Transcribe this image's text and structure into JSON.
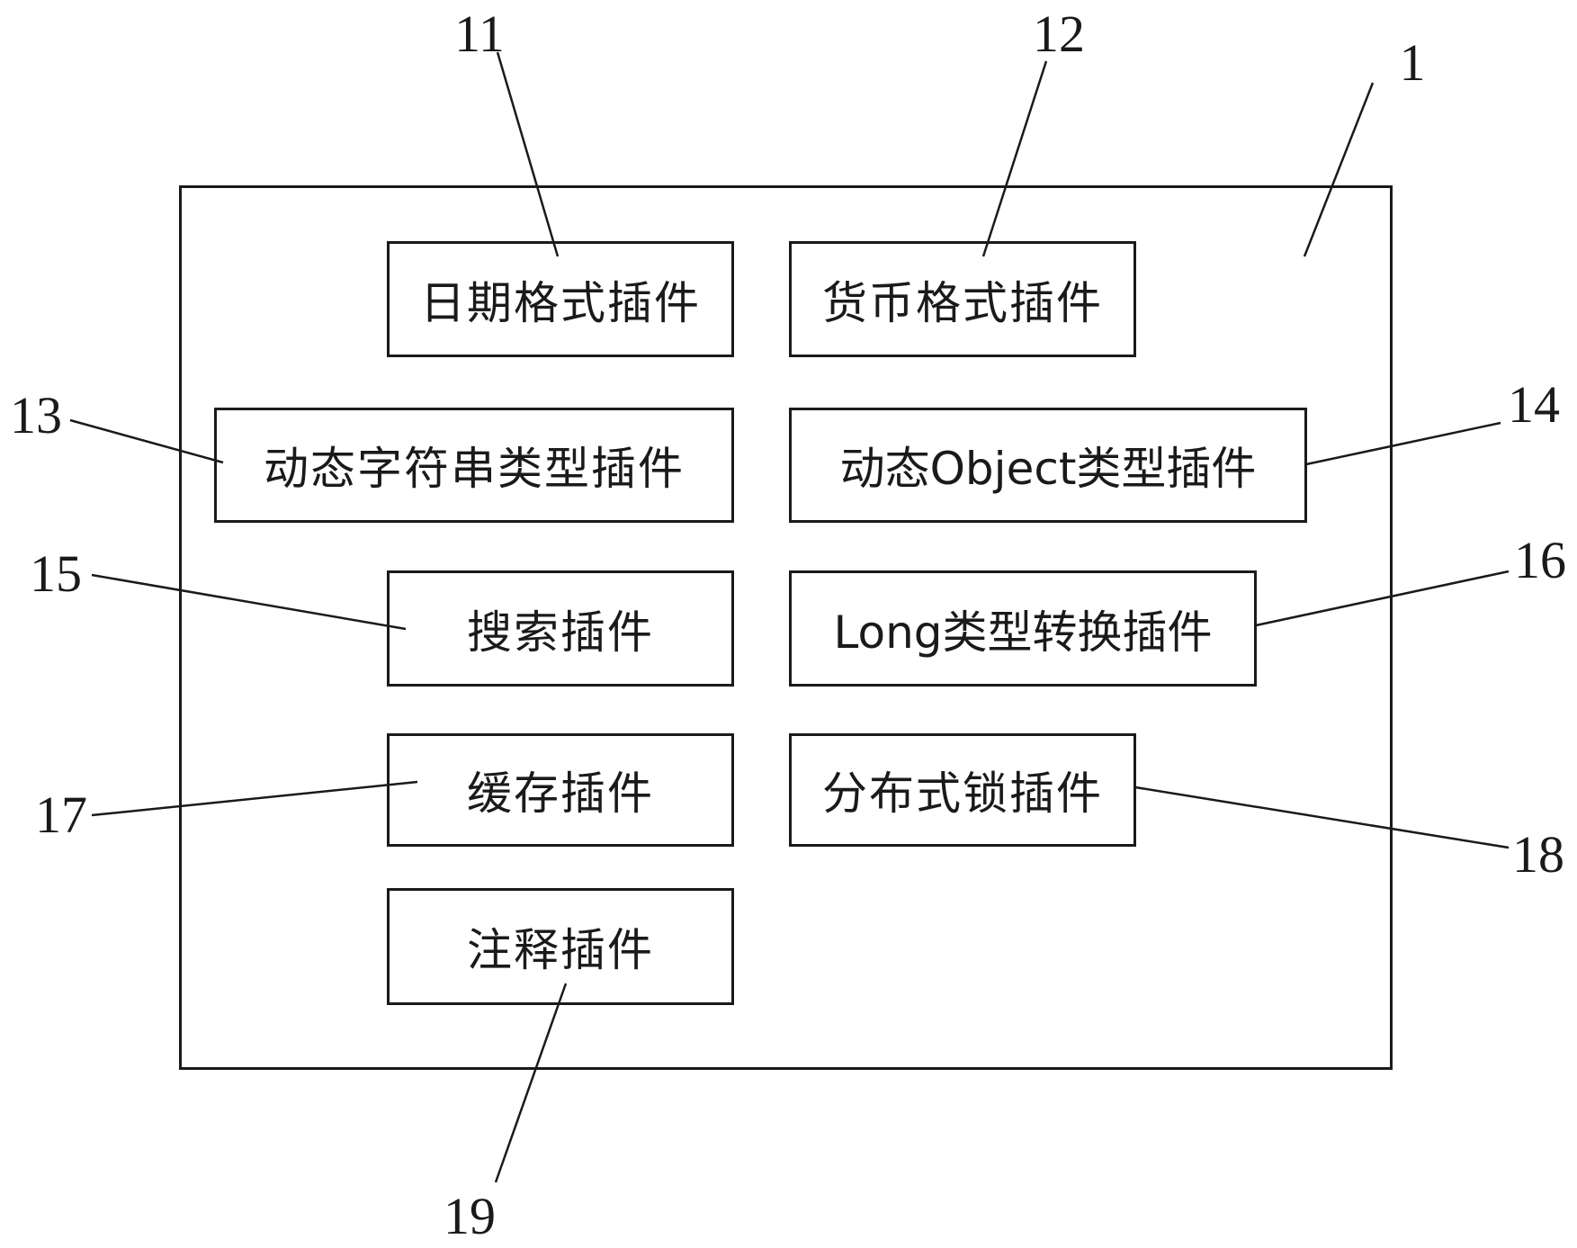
{
  "diagram": {
    "container": {
      "ref": "1"
    },
    "plugins": [
      {
        "ref": "11",
        "label": "日期格式插件"
      },
      {
        "ref": "12",
        "label": "货币格式插件"
      },
      {
        "ref": "13",
        "label": "动态字符串类型插件"
      },
      {
        "ref": "14",
        "label": "动态Object类型插件"
      },
      {
        "ref": "15",
        "label": "搜索插件"
      },
      {
        "ref": "16",
        "label": "Long类型转换插件"
      },
      {
        "ref": "17",
        "label": "缓存插件"
      },
      {
        "ref": "18",
        "label": "分布式锁插件"
      },
      {
        "ref": "19",
        "label": "注释插件"
      }
    ]
  }
}
